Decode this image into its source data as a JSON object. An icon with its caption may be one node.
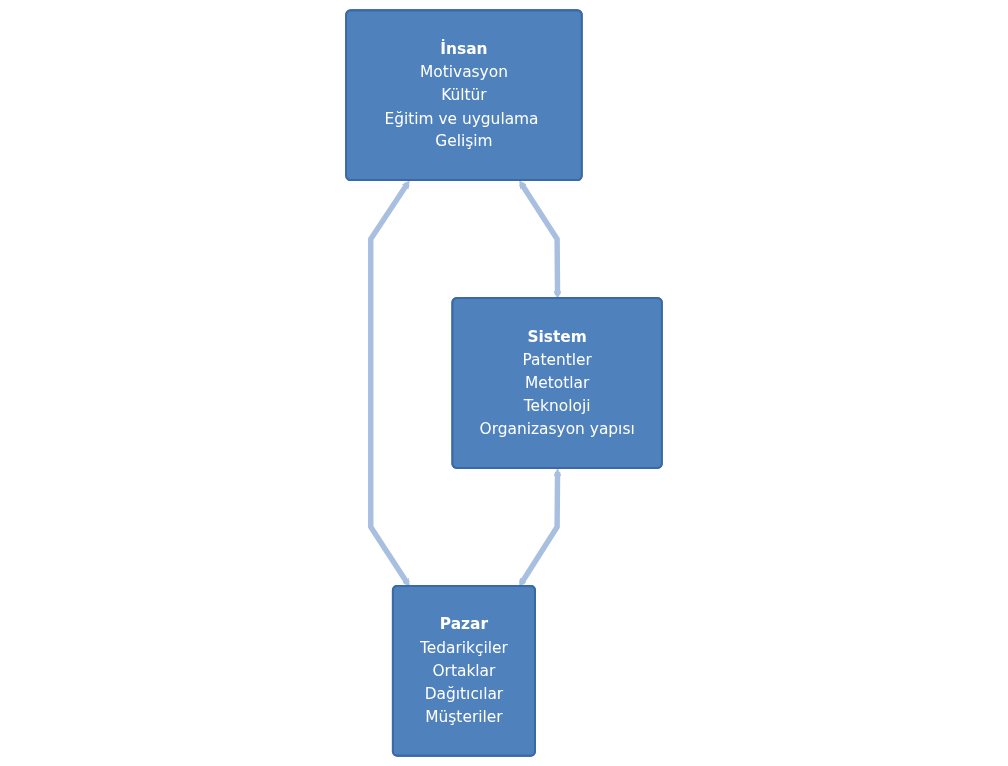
{
  "diagram": {
    "nodes": [
      {
        "text": [
          "İnsan",
          "Motivasyon",
          "Kültür",
          "Eğitim ve uygulama Gelişim"
        ]
      },
      {
        "text": [
          "Sistem",
          "Patentler",
          "Metotlar",
          "Teknoloji",
          "Organizasyon yapısı"
        ]
      },
      {
        "text": [
          "Pazar",
          "Tedarikçiler",
          "Ortaklar",
          "Dağıtıcılar",
          "Müşteriler"
        ]
      }
    ],
    "edges": [
      {
        "from": 1,
        "to": 0,
        "arrow": "both"
      },
      {
        "from": 0,
        "to": 2,
        "arrow": "both"
      },
      {
        "from": 1,
        "to": 2,
        "arrow": "both"
      }
    ]
  }
}
